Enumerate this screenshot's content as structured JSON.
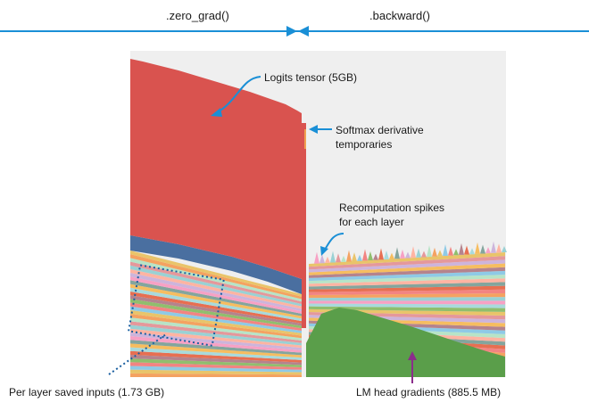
{
  "chart_data": {
    "type": "area",
    "title": "",
    "xlabel": "",
    "ylabel": "",
    "phases": [
      {
        "label": ".zero_grad()"
      },
      {
        "label": ".backward()"
      }
    ],
    "annotations": [
      {
        "text": "Logits tensor (5GB)"
      },
      {
        "text": "Softmax derivative temporaries"
      },
      {
        "text": "Recomputation spikes for each layer"
      },
      {
        "text": "Per layer saved inputs (1.73 GB)"
      },
      {
        "text": "LM head gradients (885.5 MB)"
      }
    ],
    "series": [
      {
        "name": "Logits tensor",
        "color": "#d9534f",
        "size_gb": 5.0
      },
      {
        "name": "Per layer saved inputs",
        "size_gb": 1.73
      },
      {
        "name": "LM head gradients",
        "color": "#5a9e4a",
        "size_gb": 0.8855
      }
    ]
  },
  "colors": {
    "phase_line": "#1a8fd6",
    "arrow_blue": "#1a8fd6",
    "arrow_purple": "#8b2d8b",
    "logits": "#d9534f",
    "blue_band": "#4a6fa0",
    "lm_grad": "#5a9e4a",
    "background_panel": "#efefef"
  }
}
